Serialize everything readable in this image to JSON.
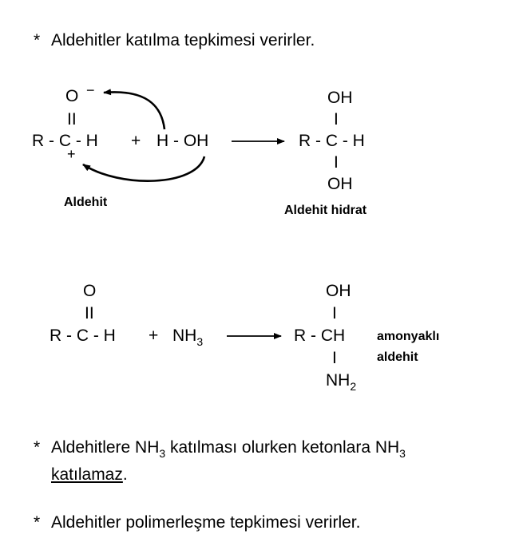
{
  "bullets": {
    "star": "*",
    "b1": "Aldehitler katılma tepkimesi verirler.",
    "b2_pre": "Aldehitlere NH",
    "b2_sub1": "3",
    "b2_mid": " katılması olurken ketonlara NH",
    "b2_sub2": "3",
    "b2_under": "katılamaz",
    "b2_end": ".",
    "b3": "Aldehitler polimerleşme tepkimesi verirler."
  },
  "reaction1": {
    "o": "O",
    "o_charge": "−",
    "double_bond": "II",
    "r_c_h": "R - C - H",
    "c_charge": "+",
    "plus": "+",
    "h_oh": "H - OH",
    "label_left": "Aldehit",
    "prod_oh_top": "OH",
    "prod_bond_top": "I",
    "prod_main": "R - C - H",
    "prod_bond_bottom": "I",
    "prod_oh_bottom": "OH",
    "label_right": "Aldehit hidrat"
  },
  "reaction2": {
    "o": "O",
    "double_bond": "II",
    "r_c_h": "R - C - H",
    "plus": "+",
    "nh": "NH",
    "nh_sub": "3",
    "prod_oh": "OH",
    "prod_bond_top": "I",
    "prod_main": "R - CH",
    "prod_bond_bottom": "I",
    "prod_nh": "NH",
    "prod_nh_sub": "2",
    "label_line1": "amonyaklı",
    "label_line2": "aldehit"
  }
}
